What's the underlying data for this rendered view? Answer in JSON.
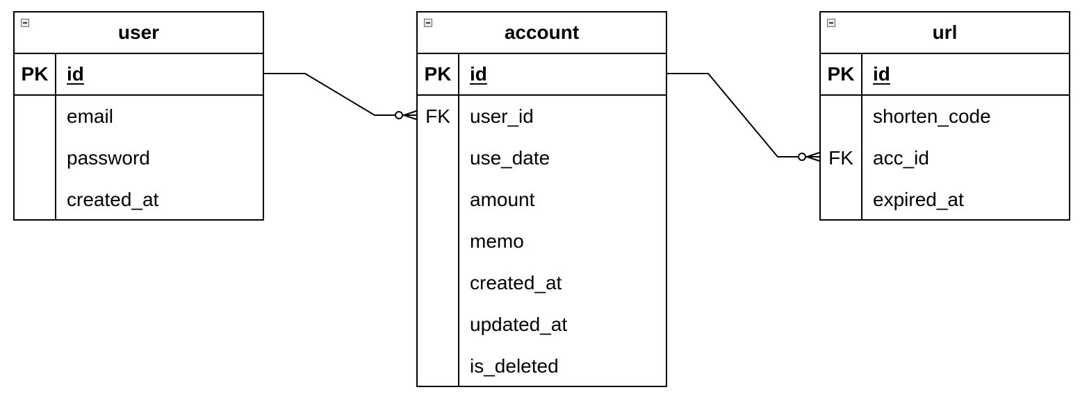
{
  "entities": {
    "user": {
      "title": "user",
      "pk": {
        "key": "PK",
        "field": "id"
      },
      "fields": [
        {
          "key": "",
          "name": "email"
        },
        {
          "key": "",
          "name": "password"
        },
        {
          "key": "",
          "name": "created_at"
        }
      ]
    },
    "account": {
      "title": "account",
      "pk": {
        "key": "PK",
        "field": "id"
      },
      "fields": [
        {
          "key": "FK",
          "name": "user_id"
        },
        {
          "key": "",
          "name": "use_date"
        },
        {
          "key": "",
          "name": "amount"
        },
        {
          "key": "",
          "name": "memo"
        },
        {
          "key": "",
          "name": "created_at"
        },
        {
          "key": "",
          "name": "updated_at"
        },
        {
          "key": "",
          "name": "is_deleted"
        }
      ]
    },
    "url": {
      "title": "url",
      "pk": {
        "key": "PK",
        "field": "id"
      },
      "fields": [
        {
          "key": "",
          "name": "shorten_code"
        },
        {
          "key": "FK",
          "name": "acc_id"
        },
        {
          "key": "",
          "name": "expired_at"
        }
      ]
    }
  },
  "relationships": [
    {
      "from": "user.id",
      "to": "account.user_id",
      "cardinality": "one-to-zero-or-many"
    },
    {
      "from": "account.id",
      "to": "url.acc_id",
      "cardinality": "one-to-zero-or-many"
    }
  ]
}
